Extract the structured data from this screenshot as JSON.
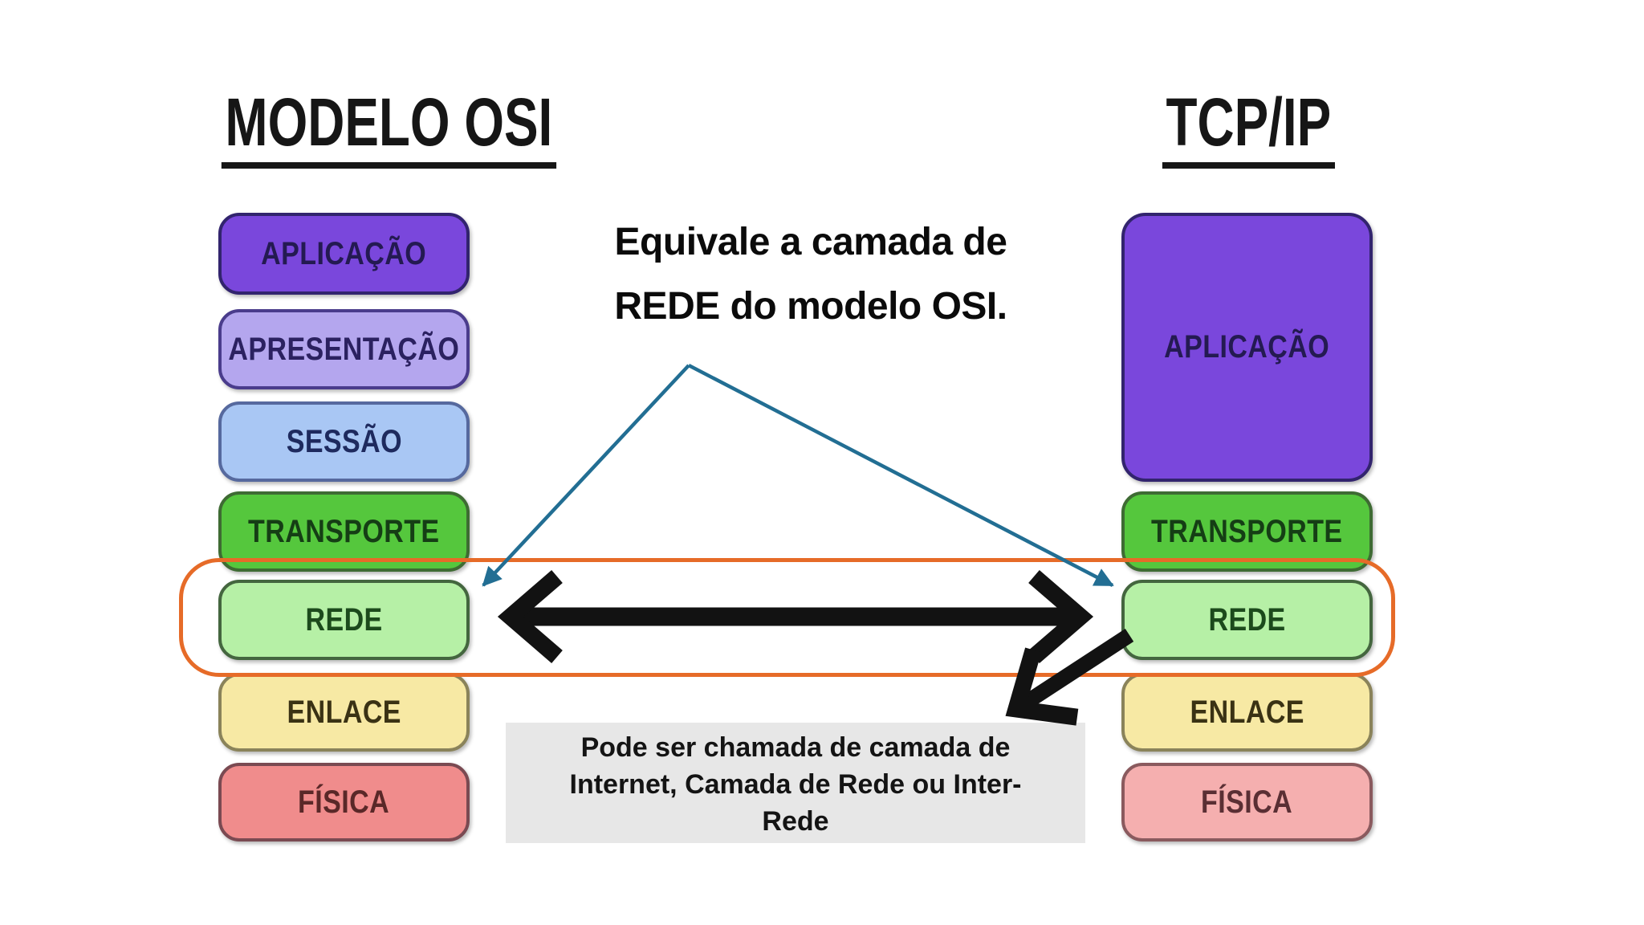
{
  "colors": {
    "page-bg": "#ffffff",
    "orange": "#e66b28",
    "teal": "#226e93",
    "ink": "#121212",
    "note-bg": "#e7e7e7"
  },
  "osi": {
    "title": "MODELO OSI",
    "layers": [
      {
        "label": "APLICAÇÃO",
        "fill": "#7a47dc",
        "border": "#32246e",
        "text": "#241a52"
      },
      {
        "label": "APRESENTAÇÃO",
        "fill": "#b4a6ee",
        "border": "#4a3c8c",
        "text": "#2b2160"
      },
      {
        "label": "SESSÃO",
        "fill": "#a9c7f4",
        "border": "#56699e",
        "text": "#1e2a5e"
      },
      {
        "label": "TRANSPORTE",
        "fill": "#55c73d",
        "border": "#3e6b33",
        "text": "#153e15"
      },
      {
        "label": "REDE",
        "fill": "#b6f0a6",
        "border": "#44663f",
        "text": "#1c4a1c"
      },
      {
        "label": "ENLACE",
        "fill": "#f7e9a4",
        "border": "#8a835a",
        "text": "#3a3214"
      },
      {
        "label": "FÍSICA",
        "fill": "#f08c8c",
        "border": "#7a4a52",
        "text": "#5a2828"
      }
    ]
  },
  "tcpip": {
    "title": "TCP/IP",
    "layers": [
      {
        "label": "APLICAÇÃO",
        "fill": "#7a47dc",
        "border": "#32246e",
        "text": "#241a52"
      },
      {
        "label": "TRANSPORTE",
        "fill": "#55c73d",
        "border": "#3e6b33",
        "text": "#153e15"
      },
      {
        "label": "REDE",
        "fill": "#b6f0a6",
        "border": "#44663f",
        "text": "#1c4a1c"
      },
      {
        "label": "ENLACE",
        "fill": "#f7e9a4",
        "border": "#8a835a",
        "text": "#3a3214"
      },
      {
        "label": "FÍSICA",
        "fill": "#f5afaf",
        "border": "#8a5a5e",
        "text": "#5a2f34"
      }
    ]
  },
  "annotations": {
    "equivalence": {
      "lines": [
        "Equivale a camada de",
        "REDE do modelo OSI."
      ]
    },
    "note": {
      "lines": [
        "Pode ser chamada de camada de",
        "Internet, Camada de Rede ou Inter-",
        "Rede"
      ]
    }
  }
}
